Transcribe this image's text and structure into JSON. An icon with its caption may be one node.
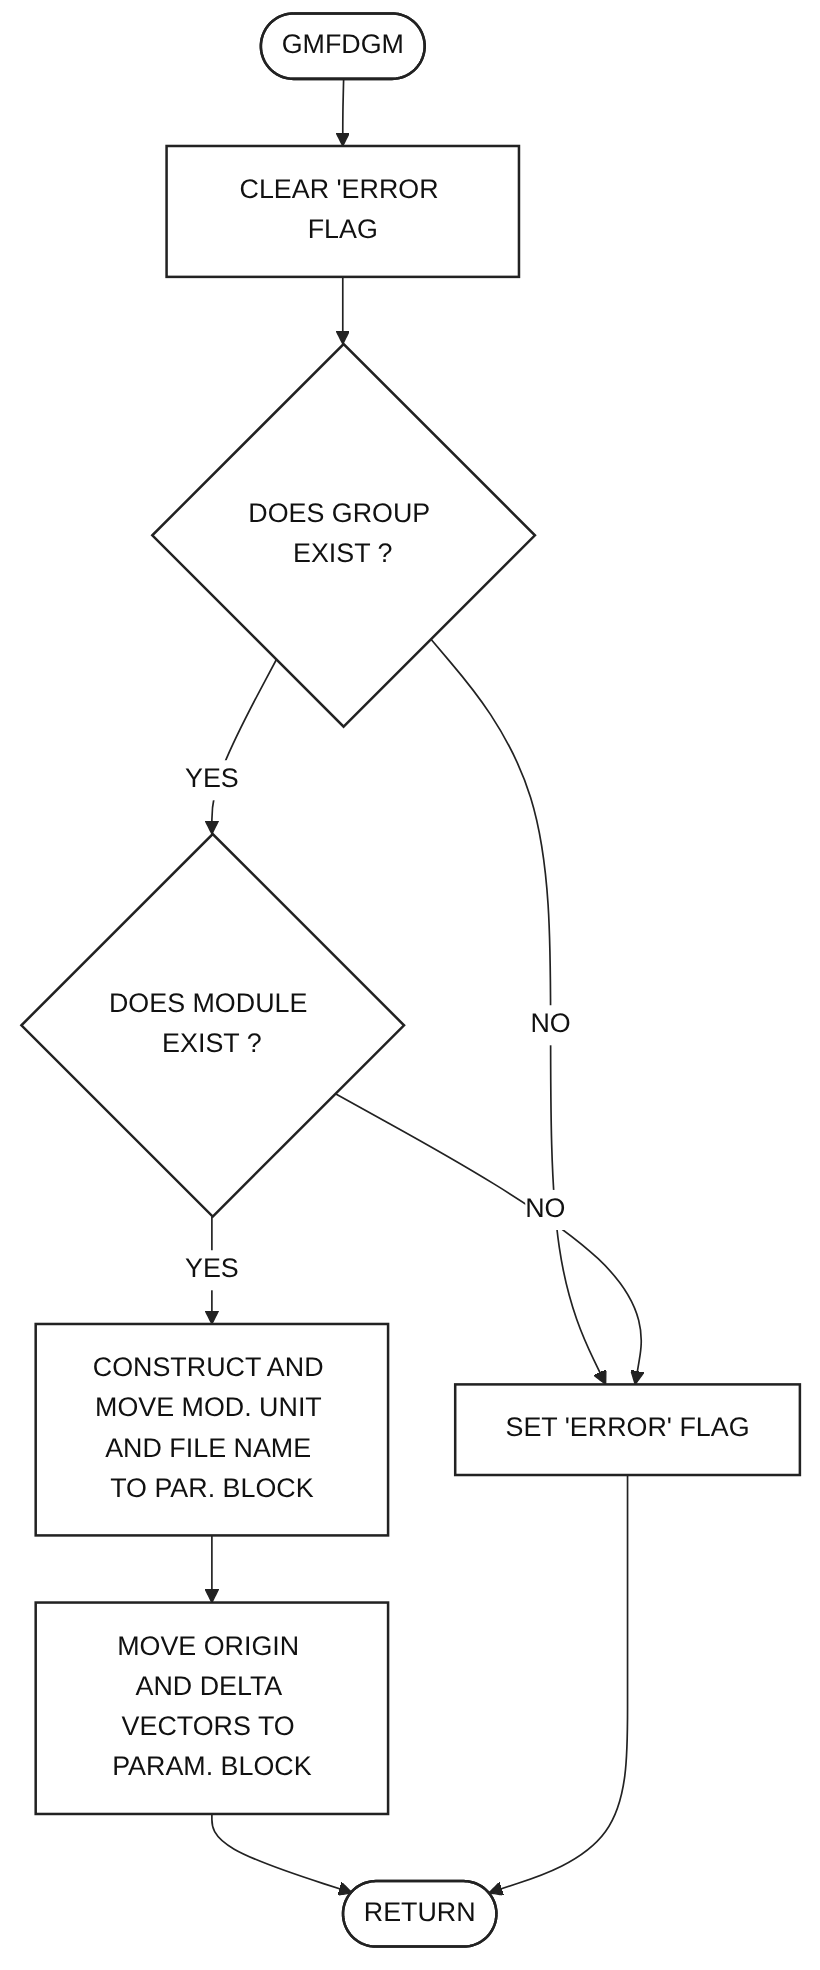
{
  "diagram": {
    "nodes": [
      {
        "text": [
          "GMFDGM"
        ]
      },
      {
        "text": [
          "CLEAR 'ERROR FLAG"
        ]
      },
      {
        "text": [
          "DOES GROUP EXIST ?"
        ]
      },
      {
        "text": [
          "DOES MODULE EXIST ?"
        ]
      },
      {
        "text": [
          "CONSTRUCT AND MOVE MOD. UNIT AND FILE NAME TO PAR. BLOCK"
        ]
      },
      {
        "text": [
          "SET 'ERROR' FLAG"
        ]
      },
      {
        "text": [
          "MOVE ORIGIN AND DELTA VECTORS TO PARAM. BLOCK"
        ]
      },
      {
        "text": [
          "RETURN"
        ]
      }
    ],
    "edges": [
      {
        "from": 0,
        "to": 1,
        "arrow": "to"
      },
      {
        "from": 1,
        "to": 2,
        "arrow": "to"
      },
      {
        "from": 2,
        "to": 3,
        "label": "YES",
        "arrow": "to"
      },
      {
        "from": 2,
        "to": 5,
        "label": "NO",
        "arrow": "to"
      },
      {
        "from": 3,
        "to": 5,
        "label": "NO",
        "arrow": "to"
      },
      {
        "from": 3,
        "to": 4,
        "label": "YES",
        "arrow": "to"
      },
      {
        "from": 4,
        "to": 6,
        "arrow": "to"
      },
      {
        "from": 6,
        "to": 7,
        "arrow": "to"
      },
      {
        "from": 5,
        "to": 7,
        "arrow": "to"
      }
    ]
  }
}
